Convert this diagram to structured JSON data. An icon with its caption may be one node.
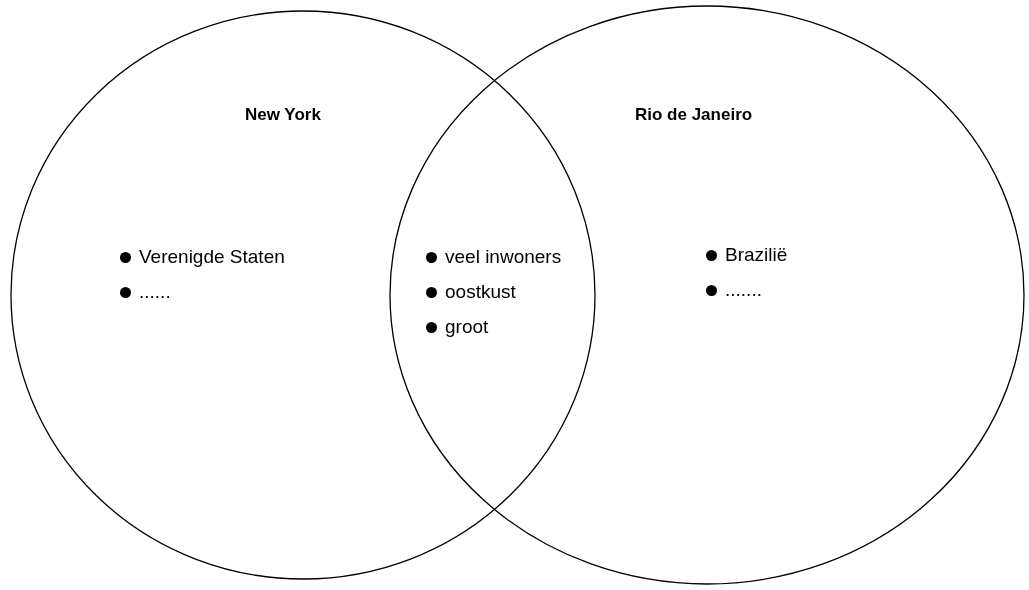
{
  "diagram": {
    "nodes": [
      {
        "text": [
          "New York",
          "Verenigde Staten",
          "......"
        ]
      },
      {
        "text": [
          "Rio de Janeiro",
          "Brazilië",
          "......."
        ]
      }
    ],
    "labels": [
      "veel inwoners",
      "oostkust",
      "groot"
    ]
  }
}
